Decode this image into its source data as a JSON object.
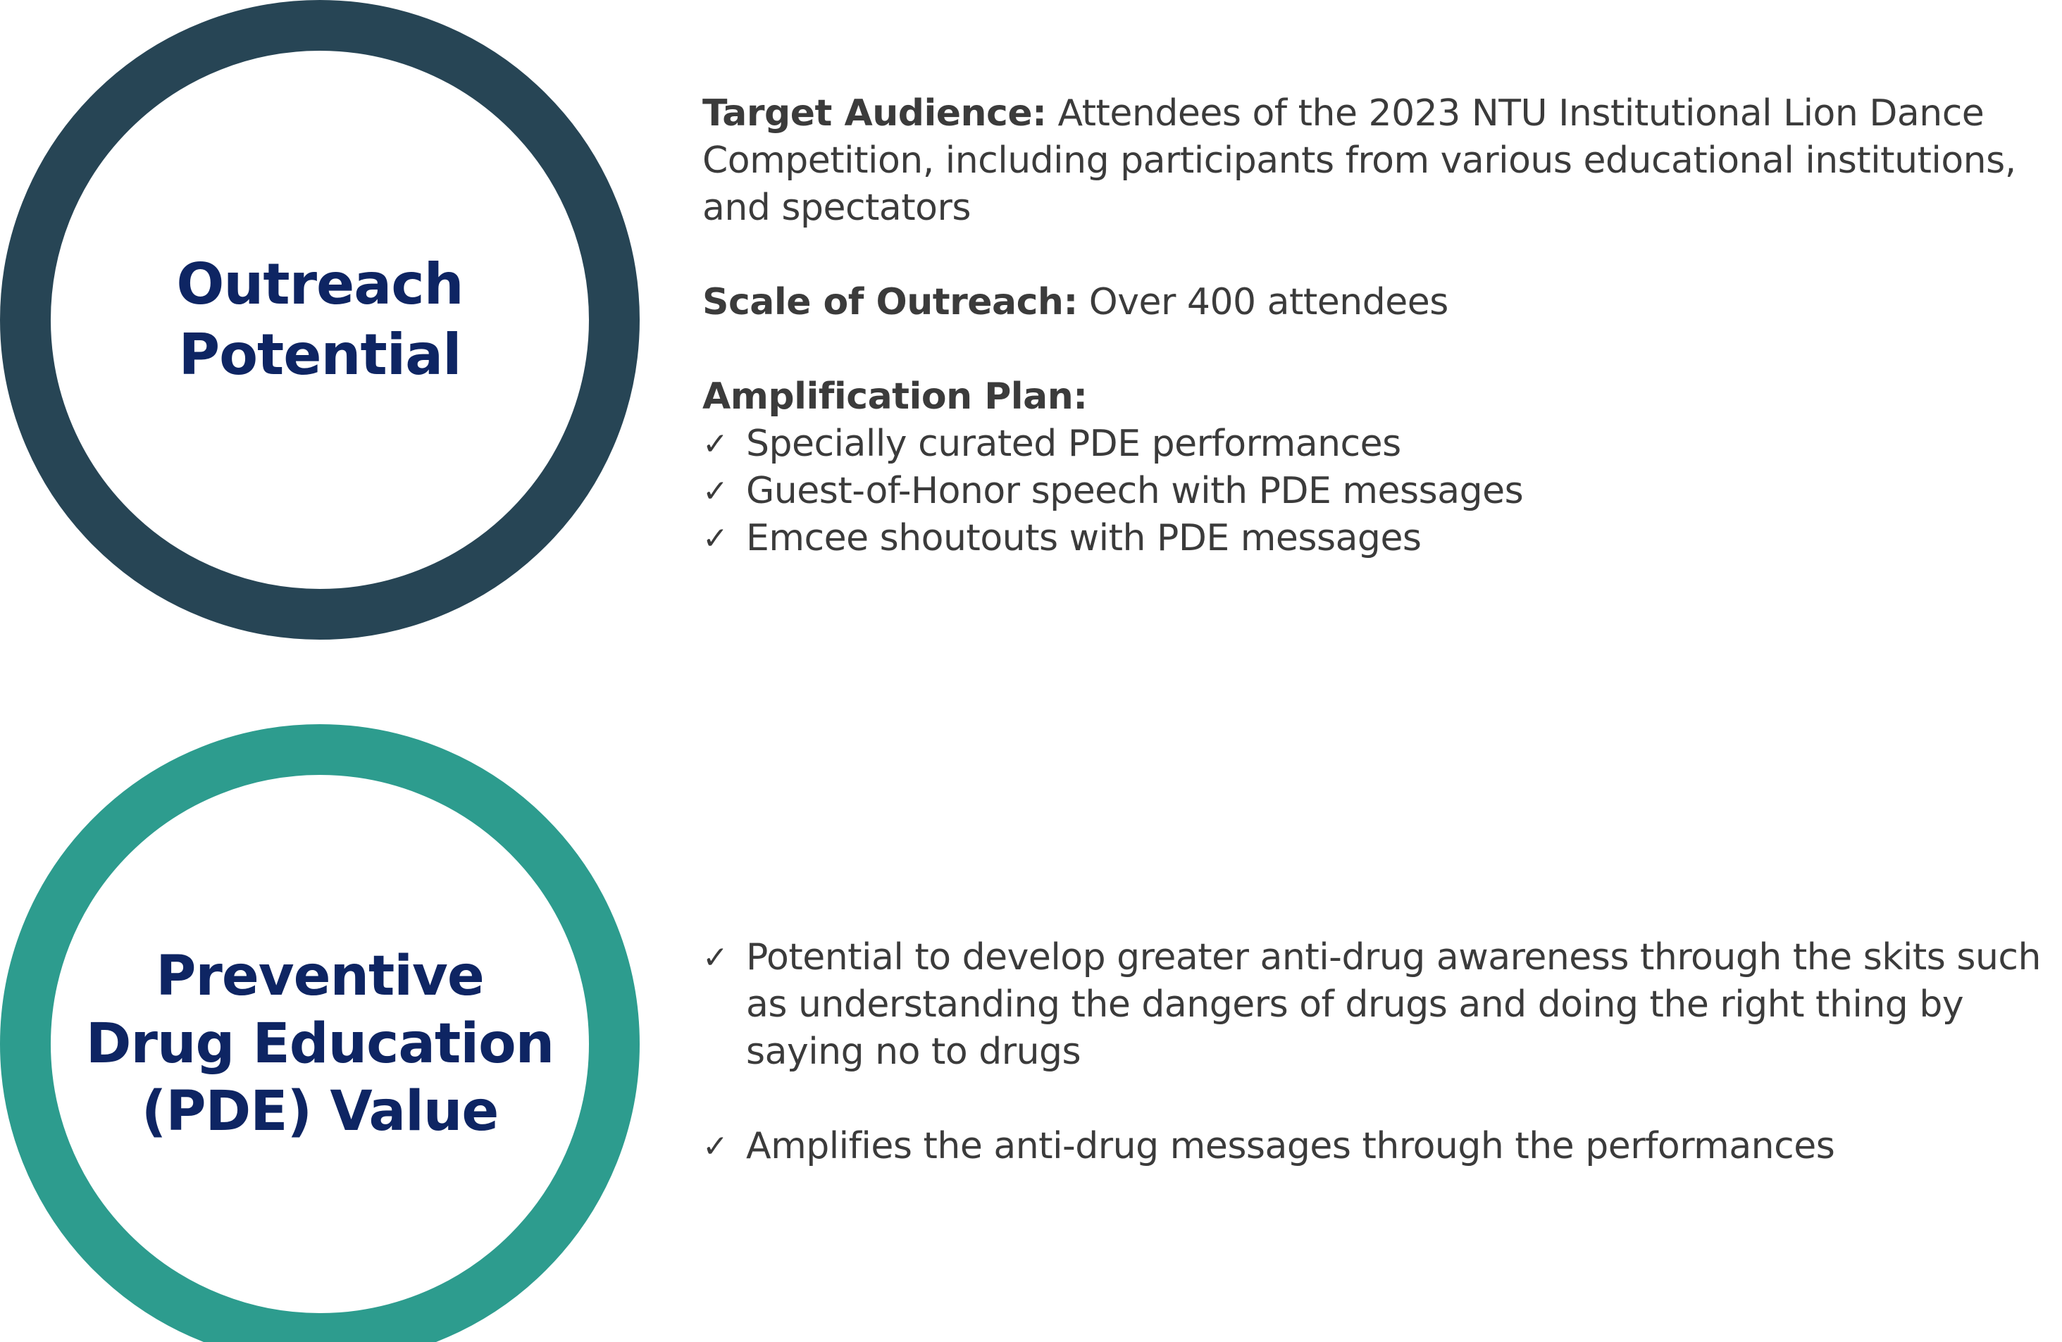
{
  "outreach": {
    "title": "Outreach\nPotential",
    "target_audience_label": "Target Audience:",
    "target_audience_text": " Attendees of the 2023 NTU Institutional Lion Dance Competition, including participants from various educational institutions, and spectators",
    "scale_label": "Scale of Outreach:",
    "scale_text": " Over 400 attendees",
    "amplification_label": "Amplification Plan:",
    "amplification_items": [
      "Specially curated PDE performances",
      "Guest-of-Honor speech with PDE messages",
      "Emcee shoutouts with PDE messages"
    ]
  },
  "pde": {
    "title": "Preventive\nDrug Education\n(PDE) Value",
    "items": [
      "Potential to develop greater anti-drug awareness through the skits such as understanding the dangers of drugs and doing the right thing by saying no to drugs",
      " Amplifies the anti-drug messages through the performances"
    ]
  },
  "check_glyph": "✓",
  "colors": {
    "outreach_ring": "#274555",
    "pde_ring": "#2d9c8e",
    "title_text": "#0e2563",
    "body_text": "#3b3b3b"
  }
}
